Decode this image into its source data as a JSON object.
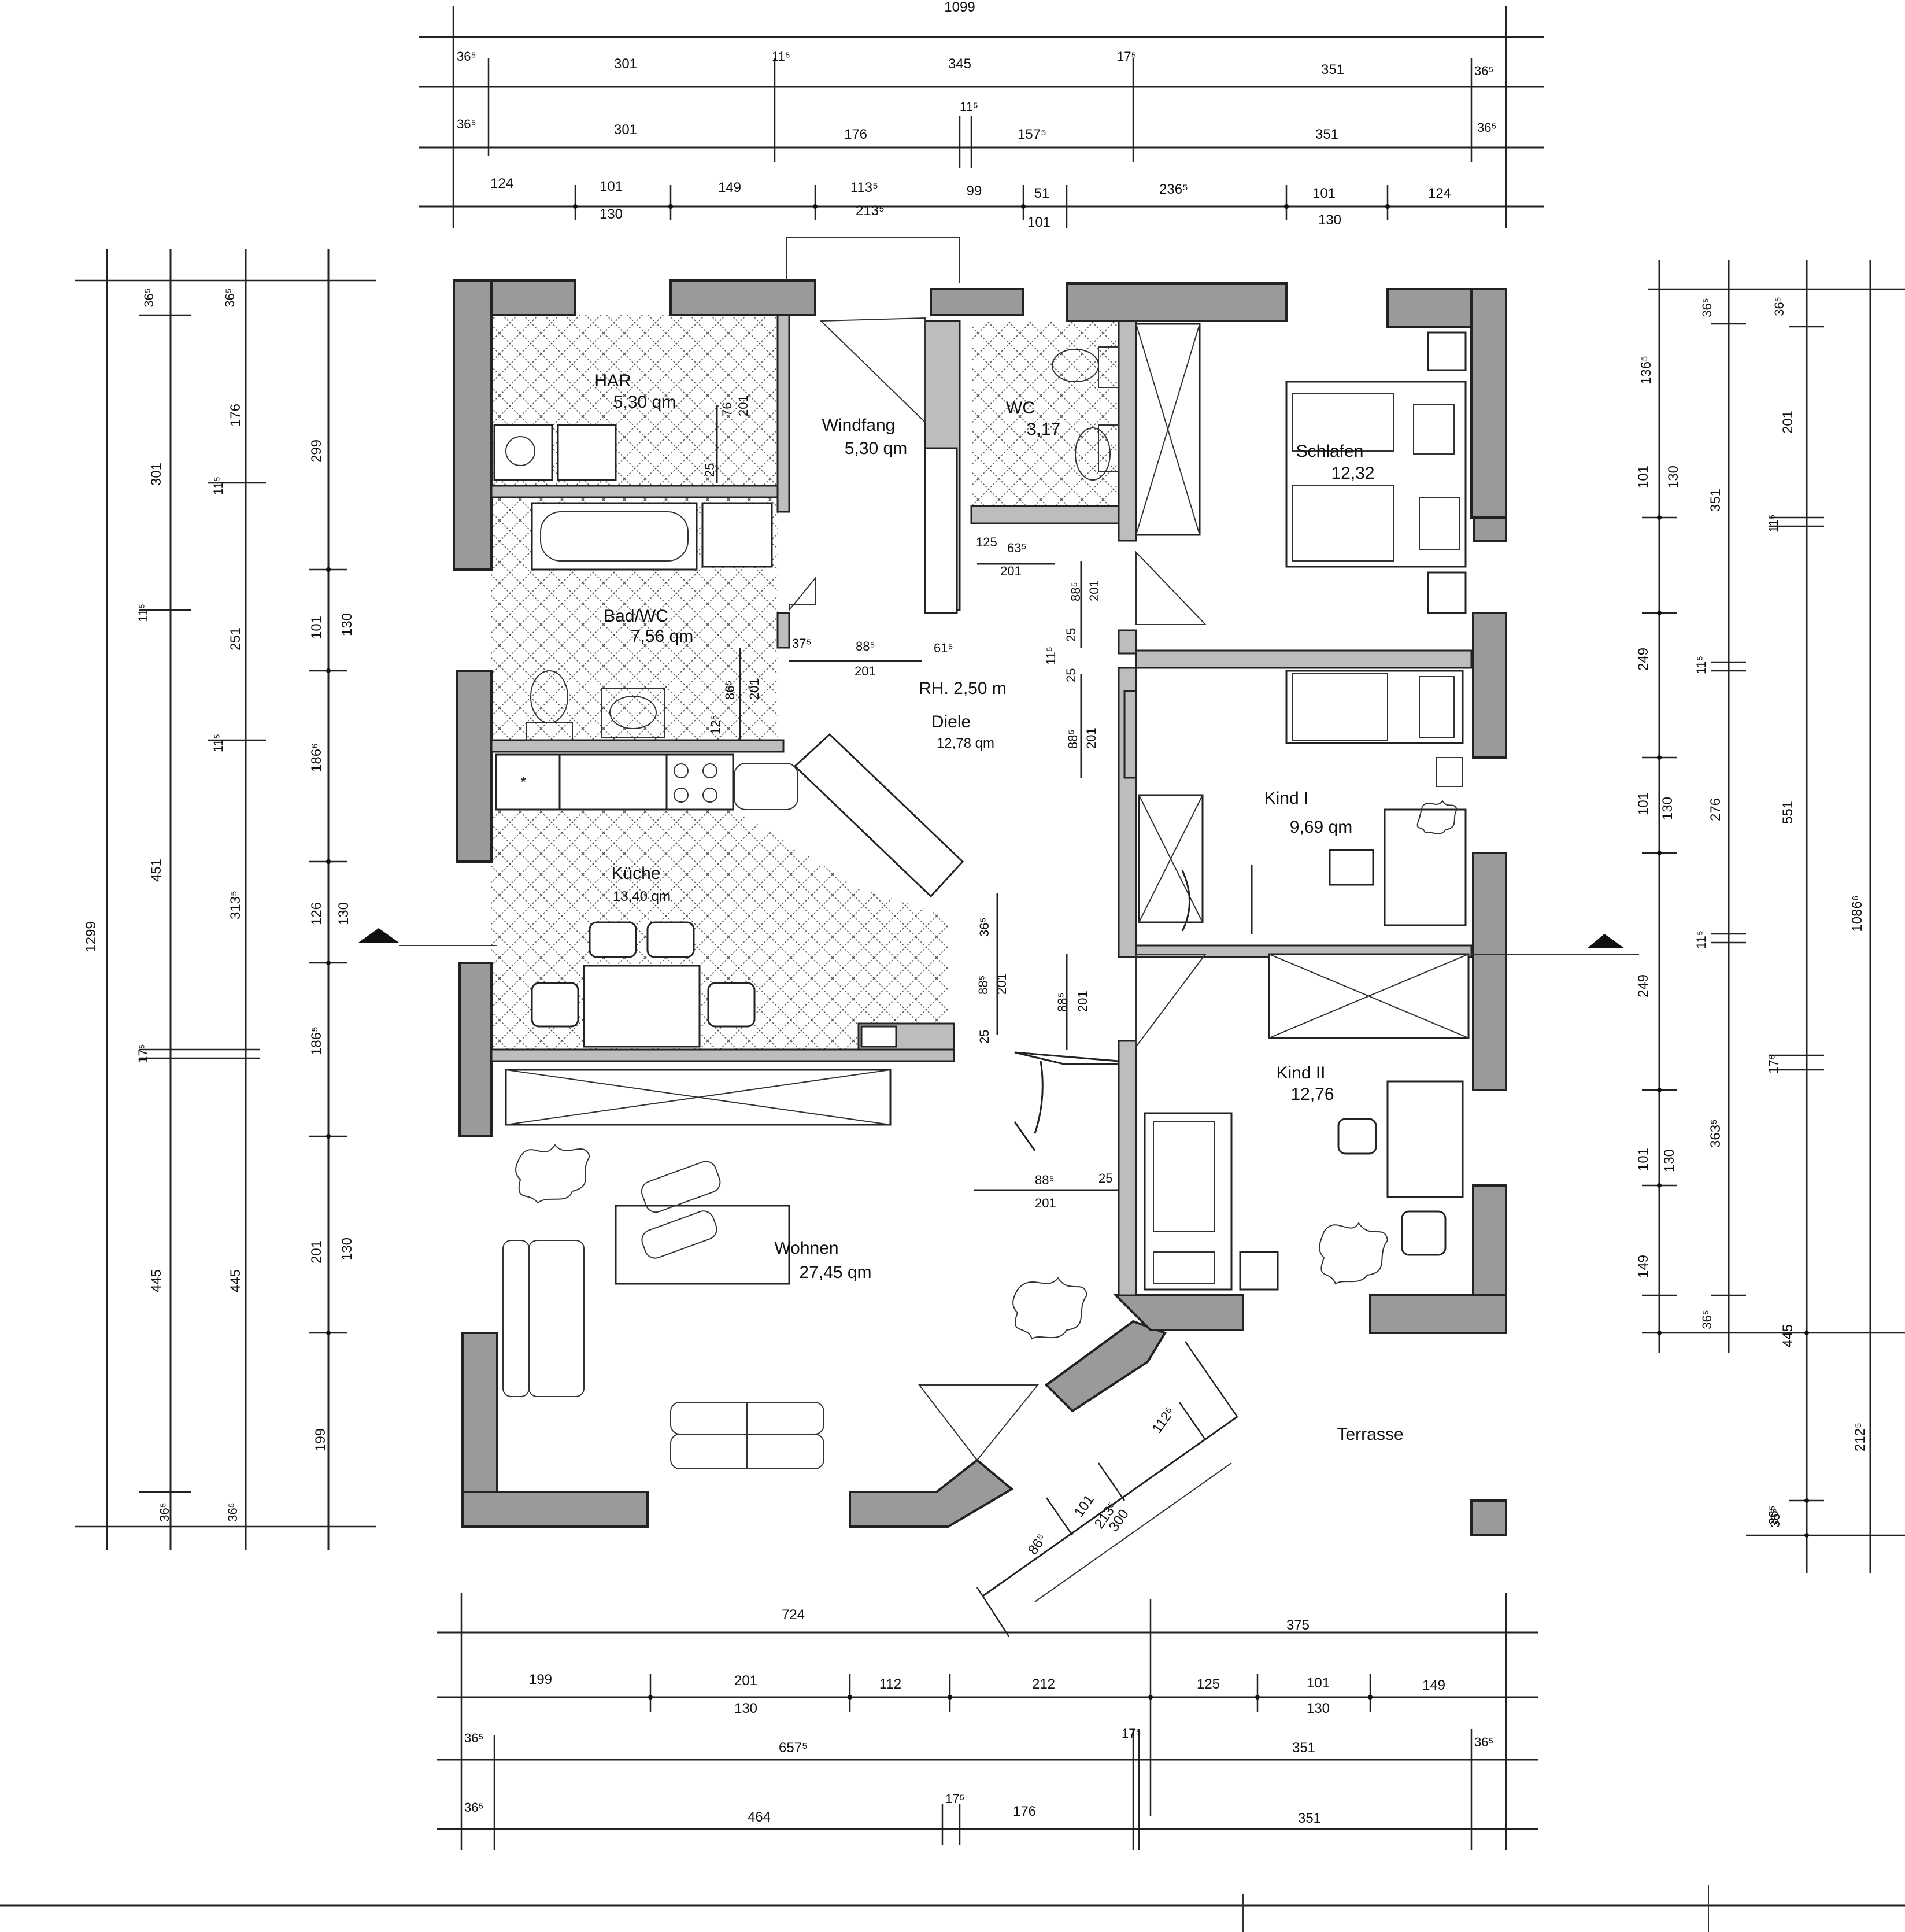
{
  "rooms": {
    "har": {
      "name": "HAR",
      "area": "5,30 qm"
    },
    "windfang": {
      "name": "Windfang",
      "area": "5,30 qm"
    },
    "wc": {
      "name": "WC",
      "area": "3,17"
    },
    "schlafen": {
      "name": "Schlafen",
      "area": "12,32"
    },
    "bad": {
      "name": "Bad/WC",
      "area": "7,56 qm"
    },
    "diele": {
      "name": "Diele",
      "area": "12,78 qm"
    },
    "kind1": {
      "name": "Kind I",
      "area": "9,69 qm"
    },
    "kueche": {
      "name": "Küche",
      "area": "13,40 qm"
    },
    "kind2": {
      "name": "Kind II",
      "area": "12,76"
    },
    "wohnen": {
      "name": "Wohnen",
      "area": "27,45 qm"
    },
    "terrasse": {
      "name": "Terrasse"
    }
  },
  "room_height": "RH. 2,50 m",
  "dims": {
    "top_total": "1099",
    "top_r1": [
      "36⁵",
      "301",
      "11⁵",
      "345",
      "17⁵",
      "351",
      "36⁵"
    ],
    "top_r2": [
      "36⁵",
      "301",
      "176",
      "11⁵",
      "157⁵",
      "351",
      "36⁵"
    ],
    "top_r3a": [
      "124",
      "101",
      "149",
      "113⁵",
      "99",
      "51",
      "236⁵",
      "101",
      "124"
    ],
    "top_r3b": [
      "130",
      "213⁵",
      "101",
      "130"
    ],
    "left_total": "1299",
    "left_c1": [
      "36⁵",
      "301",
      "11⁵",
      "451",
      "17⁵",
      "445",
      "36⁵"
    ],
    "left_c2": [
      "36⁵",
      "176",
      "11⁵",
      "251",
      "11⁵",
      "313⁵",
      "445",
      "36⁵"
    ],
    "left_c3": [
      "299",
      "101",
      "186⁶",
      "126",
      "186⁵",
      "201",
      "199"
    ],
    "left_c3b": [
      "130",
      "130",
      "130"
    ],
    "right_total": "1086⁶",
    "right_c1": [
      "136⁵",
      "101",
      "249",
      "101",
      "249",
      "101",
      "149",
      "36⁵"
    ],
    "right_c1b": [
      "130",
      "130",
      "130"
    ],
    "right_c2": [
      "36⁵",
      "351",
      "11⁵",
      "276",
      "11⁵",
      "363⁵",
      "36⁵"
    ],
    "right_c3": [
      "36⁵",
      "201",
      "11⁵",
      "551",
      "17⁵",
      "445",
      "212⁵",
      "36⁵"
    ],
    "bottom_r1": [
      "724",
      "375"
    ],
    "bottom_r2": [
      "199",
      "201",
      "112",
      "212",
      "125",
      "101",
      "149"
    ],
    "bottom_r2b": [
      "130",
      "130"
    ],
    "bottom_r3": [
      "36⁵",
      "657⁵",
      "17⁵",
      "351",
      "36⁵"
    ],
    "bottom_r4": [
      "36⁵",
      "464",
      "17⁵",
      "176",
      "351"
    ],
    "diag": [
      "86⁵",
      "101",
      "213⁵",
      "112⁵",
      "300"
    ],
    "inner": [
      "76",
      "201",
      "25",
      "125",
      "63⁵",
      "201",
      "88⁵",
      "201",
      "37⁵",
      "88⁵",
      "61⁵",
      "201",
      "86⁵",
      "201",
      "12⁵",
      "25",
      "11⁵",
      "25",
      "88⁵",
      "201",
      "36⁵",
      "88⁵",
      "201",
      "25",
      "88⁵",
      "201",
      "88⁵",
      "201",
      "25"
    ]
  }
}
